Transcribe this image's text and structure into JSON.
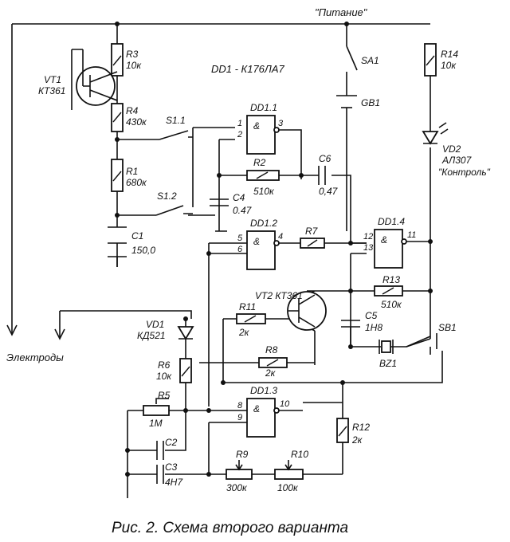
{
  "caption": "Рис. 2. Схема второго варианта",
  "header": {
    "power_label": "\"Питание\"",
    "chip_label": "DD1 - К176ЛА7"
  },
  "electrodes_label": "Электроды",
  "transistors": {
    "vt1": {
      "ref": "VT1",
      "type": "КТ361"
    },
    "vt2": {
      "ref": "VT2 КТ361"
    }
  },
  "resistors": {
    "r1": {
      "ref": "R1",
      "value": "680к"
    },
    "r2": {
      "ref": "R2",
      "value": "510к"
    },
    "r3": {
      "ref": "R3",
      "value": "10к"
    },
    "r4": {
      "ref": "R4",
      "value": "430к"
    },
    "r5": {
      "ref": "R5",
      "value": "1М"
    },
    "r6": {
      "ref": "R6",
      "value": "10к"
    },
    "r7": {
      "ref": "R7"
    },
    "r8": {
      "ref": "R8",
      "value": "2к"
    },
    "r9": {
      "ref": "R9",
      "value": "300к"
    },
    "r10": {
      "ref": "R10",
      "value": "100к"
    },
    "r11": {
      "ref": "R11",
      "value": "2к"
    },
    "r12": {
      "ref": "R12",
      "value": "2к"
    },
    "r13": {
      "ref": "R13",
      "value": "510к"
    },
    "r14": {
      "ref": "R14",
      "value": "10к"
    }
  },
  "capacitors": {
    "c1": {
      "ref": "C1",
      "value": "150,0"
    },
    "c2": {
      "ref": "C2"
    },
    "c3": {
      "ref": "C3",
      "value": "4Н7"
    },
    "c4": {
      "ref": "C4",
      "value": "0.47"
    },
    "c5": {
      "ref": "C5",
      "value": "1Н8"
    },
    "c6": {
      "ref": "C6",
      "value": "0,47"
    }
  },
  "diodes": {
    "vd1": {
      "ref": "VD1",
      "type": "КД521"
    },
    "vd2": {
      "ref": "VD2",
      "type": "АЛ307",
      "note": "\"Контроль\""
    }
  },
  "switches": {
    "s1_1": "S1.1",
    "s1_2": "S1.2",
    "sa1": "SA1",
    "sb1": "SB1"
  },
  "battery": "GB1",
  "buzzer": "BZ1",
  "gates": {
    "dd1_1": {
      "ref": "DD1.1",
      "pins": [
        "1",
        "2",
        "3"
      ]
    },
    "dd1_2": {
      "ref": "DD1.2",
      "pins": [
        "5",
        "6",
        "4"
      ]
    },
    "dd1_3": {
      "ref": "DD1.3",
      "pins": [
        "8",
        "9",
        "10"
      ]
    },
    "dd1_4": {
      "ref": "DD1.4",
      "pins": [
        "12",
        "13",
        "11"
      ]
    }
  },
  "gate_symbol": "&"
}
